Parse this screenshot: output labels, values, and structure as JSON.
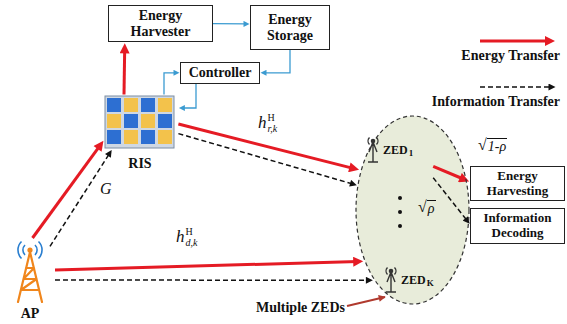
{
  "diagram": {
    "nodes": [
      {
        "text": [
          "Energy Harvester"
        ]
      },
      {
        "text": [
          "Energy Storage"
        ]
      },
      {
        "text": [
          "Controller"
        ]
      },
      {
        "text": [
          "RIS"
        ]
      },
      {
        "text": [
          "AP"
        ]
      },
      {
        "text": [
          "Multiple ZEDs"
        ]
      },
      {
        "text": [
          "ZED",
          "1"
        ],
        "in": 5
      },
      {
        "text": [
          "ZED",
          "K"
        ],
        "in": 5
      },
      {
        "text": [
          "Energy Harvesting"
        ]
      },
      {
        "text": [
          "Information Decoding"
        ]
      }
    ],
    "edges": [
      {
        "from": 4,
        "to": 3,
        "arrow": "to",
        "label": "G"
      },
      {
        "from": 4,
        "to": 3,
        "arrow": "to"
      },
      {
        "from": 3,
        "to": 0,
        "arrow": "to"
      },
      {
        "from": 0,
        "to": 1,
        "arrow": "to"
      },
      {
        "from": 1,
        "to": 2,
        "arrow": "to"
      },
      {
        "from": 2,
        "to": 3,
        "arrow": "to"
      },
      {
        "from": 3,
        "to": 2,
        "arrow": "to"
      },
      {
        "from": 3,
        "to": 5,
        "arrow": "to"
      },
      {
        "from": 3,
        "to": 5,
        "arrow": "to"
      },
      {
        "from": 4,
        "to": 5,
        "arrow": "to"
      },
      {
        "from": 4,
        "to": 5,
        "arrow": "to"
      },
      {
        "from": 5,
        "to": 8,
        "arrow": "to"
      },
      {
        "from": 5,
        "to": 9,
        "arrow": "to"
      }
    ],
    "labels": [
      "h",
      "H",
      "r,k",
      "h",
      "H",
      "d,k",
      "√",
      "1-ρ",
      "√",
      "ρ"
    ],
    "legend": [
      {
        "text": "Energy Transfer"
      },
      {
        "text": "Information Transfer"
      }
    ]
  }
}
